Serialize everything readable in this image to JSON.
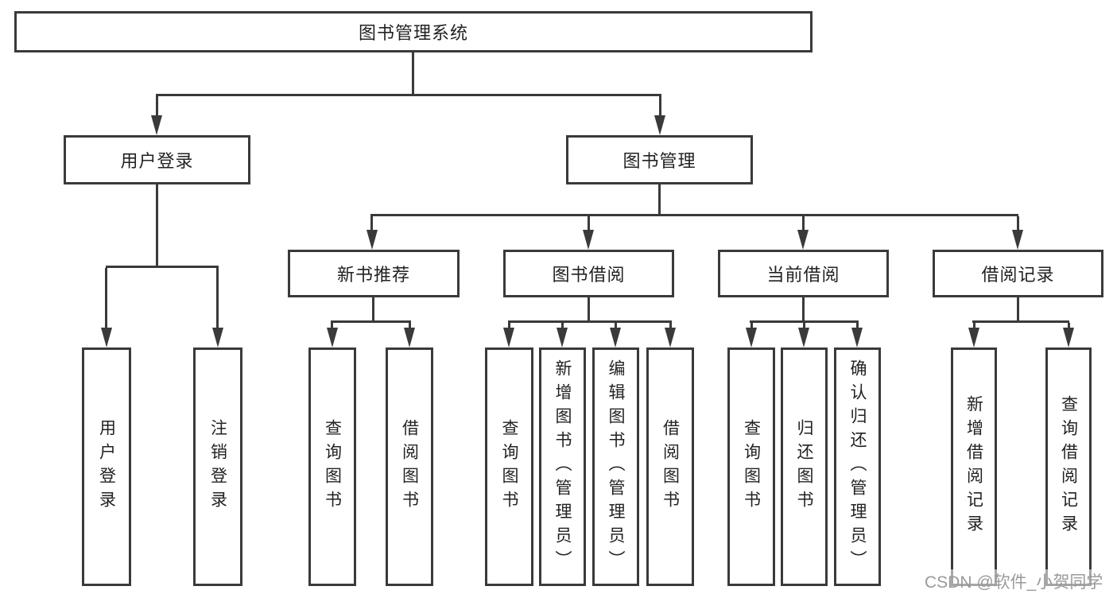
{
  "tree": {
    "root": {
      "label": "图书管理系统"
    },
    "branches": [
      {
        "label": "用户登录",
        "children": [
          {
            "label": "用户登录"
          },
          {
            "label": "注销登录"
          }
        ]
      },
      {
        "label": "图书管理",
        "children": [
          {
            "label": "新书推荐",
            "children": [
              {
                "label": "查询图书"
              },
              {
                "label": "借阅图书"
              }
            ]
          },
          {
            "label": "图书借阅",
            "children": [
              {
                "label": "查询图书"
              },
              {
                "label": "新增图书（管理员）"
              },
              {
                "label": "编辑图书（管理员）"
              },
              {
                "label": "借阅图书"
              }
            ]
          },
          {
            "label": "当前借阅",
            "children": [
              {
                "label": "查询图书"
              },
              {
                "label": "归还图书"
              },
              {
                "label": "确认归还（管理员）"
              }
            ]
          },
          {
            "label": "借阅记录",
            "children": [
              {
                "label": "新增借阅记录"
              },
              {
                "label": "查询借阅记录"
              }
            ]
          }
        ]
      }
    ]
  },
  "watermark": {
    "text": "CSDN @软件_小贺同学"
  },
  "colors": {
    "line": "#3a3a3a",
    "text": "#222222",
    "watermark": "#9a9a9a",
    "background": "#ffffff"
  }
}
